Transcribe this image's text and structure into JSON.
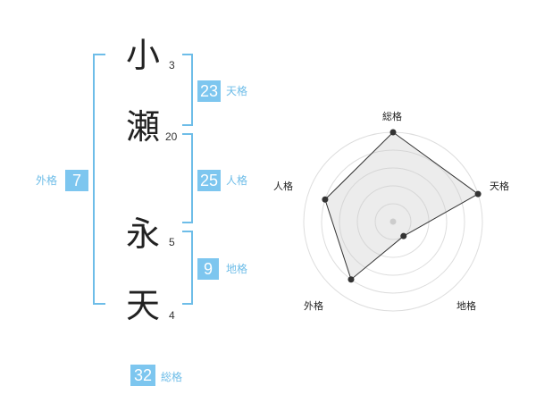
{
  "name": {
    "chars": [
      {
        "char": "小",
        "strokes": "3"
      },
      {
        "char": "瀬",
        "strokes": "20"
      },
      {
        "char": "永",
        "strokes": "5"
      },
      {
        "char": "天",
        "strokes": "4"
      }
    ]
  },
  "kakusu": {
    "tenkaku": {
      "label": "天格",
      "value": "23"
    },
    "jinkaku": {
      "label": "人格",
      "value": "25"
    },
    "chikaku": {
      "label": "地格",
      "value": "9"
    },
    "gaikaku": {
      "label": "外格",
      "value": "7"
    },
    "soukaku": {
      "label": "総格",
      "value": "32"
    }
  },
  "colors": {
    "accent": "#7dc6ef",
    "bracket": "#6ebde8"
  },
  "chart_data": {
    "type": "radar",
    "axes": [
      "総格",
      "天格",
      "地格",
      "外格",
      "人格"
    ],
    "values": [
      5,
      5,
      1,
      4,
      4
    ],
    "rmax": 5,
    "grid_rings": 5
  }
}
